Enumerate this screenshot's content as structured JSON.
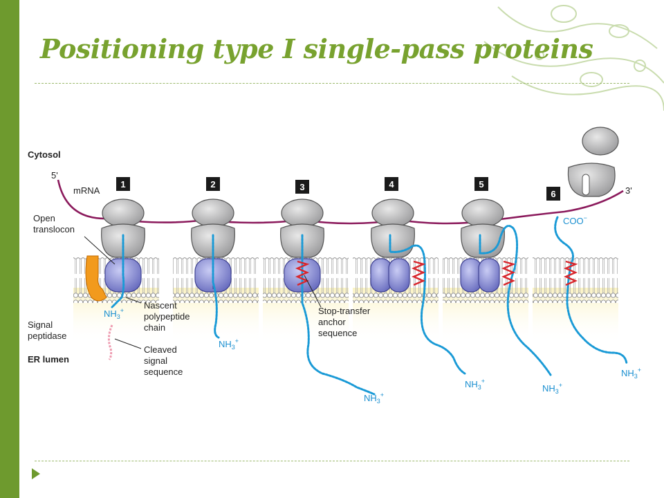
{
  "title": "Positioning type I single-pass proteins",
  "labels": {
    "cytosol": "Cytosol",
    "er_lumen": "ER lumen",
    "five_prime": "5'",
    "three_prime": "3'",
    "mrna": "mRNA",
    "open_translocon_1": "Open",
    "open_translocon_2": "translocon",
    "signal_peptidase_1": "Signal",
    "signal_peptidase_2": "peptidase",
    "nascent_1": "Nascent",
    "nascent_2": "polypeptide",
    "nascent_3": "chain",
    "cleaved_1": "Cleaved",
    "cleaved_2": "signal",
    "cleaved_3": "sequence",
    "stop_1": "Stop-transfer",
    "stop_2": "anchor",
    "stop_3": "sequence",
    "nh3": "NH",
    "nh3_sub": "3",
    "nh3_sup": "+",
    "coo": "COO",
    "coo_sup": "−"
  },
  "steps": [
    "1",
    "2",
    "3",
    "4",
    "5",
    "6"
  ],
  "colors": {
    "accent_green": "#6e9a2e",
    "title_green": "#78a22f",
    "mrna": "#8b1a5c",
    "peptide": "#1a9ad6",
    "anchor": "#d8262c",
    "translocon": "#7b7fd0",
    "ribosome": "#a9a9ab",
    "lumen": "#fbf3c2",
    "peptidase": "#f29a1d",
    "cleaved_signal": "#ee9bb0"
  }
}
